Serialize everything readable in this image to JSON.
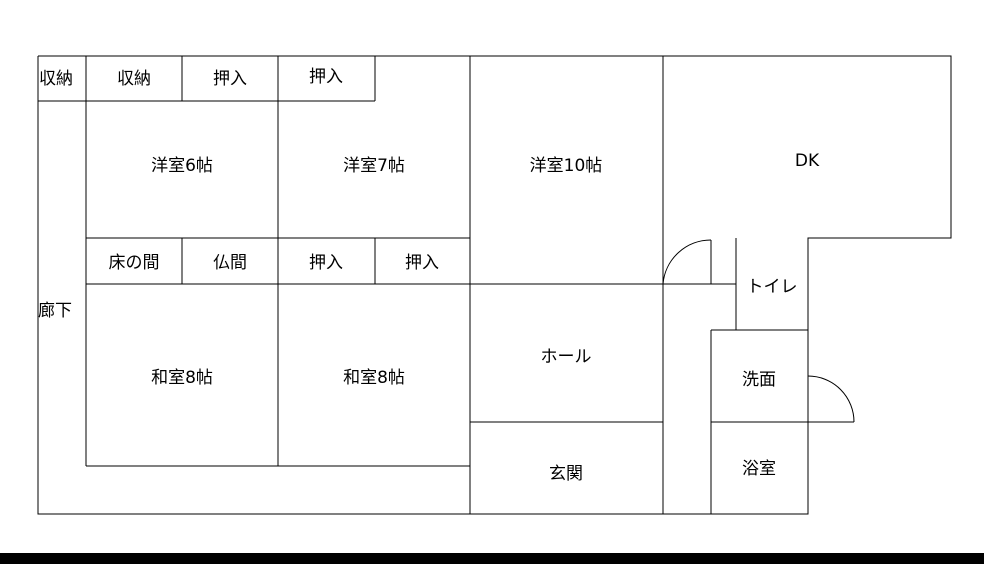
{
  "rooms": {
    "storage_left": "収納",
    "storage_top": "収納",
    "closet_top_1": "押入",
    "closet_top_2": "押入",
    "western_6": "洋室6帖",
    "western_7": "洋室7帖",
    "western_10": "洋室10帖",
    "dk": "DK",
    "tokonoma": "床の間",
    "butsuma": "仏間",
    "closet_mid_1": "押入",
    "closet_mid_2": "押入",
    "corridor": "廊下",
    "japanese_8_left": "和室8帖",
    "japanese_8_right": "和室8帖",
    "toilet": "トイレ",
    "hall": "ホール",
    "washroom": "洗面",
    "entrance": "玄関",
    "bathroom": "浴室"
  }
}
